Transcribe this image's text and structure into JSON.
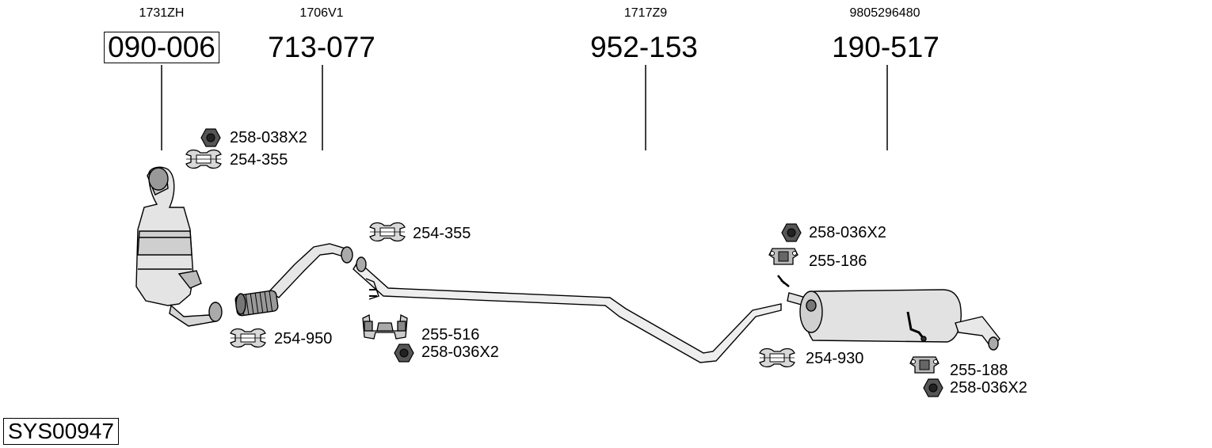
{
  "parts": [
    {
      "oem": "1731ZH",
      "number": "090-006",
      "boxed": true
    },
    {
      "oem": "1706V1",
      "number": "713-077",
      "boxed": false
    },
    {
      "oem": "1717Z9",
      "number": "952-153",
      "boxed": false
    },
    {
      "oem": "9805296480",
      "number": "190-517",
      "boxed": false
    }
  ],
  "accessories": [
    {
      "label": "258-038X2",
      "icon": "nut-icon"
    },
    {
      "label": "254-355",
      "icon": "clamp-icon"
    },
    {
      "label": "254-355",
      "icon": "clamp-icon"
    },
    {
      "label": "254-950",
      "icon": "clamp-icon"
    },
    {
      "label": "255-516",
      "icon": "bracket-icon"
    },
    {
      "label": "258-036X2",
      "icon": "nut-icon"
    },
    {
      "label": "258-036X2",
      "icon": "nut-icon"
    },
    {
      "label": "255-186",
      "icon": "rubber-mount-icon"
    },
    {
      "label": "254-930",
      "icon": "clamp-icon"
    },
    {
      "label": "255-188",
      "icon": "rubber-mount-icon"
    },
    {
      "label": "258-036X2",
      "icon": "nut-icon"
    }
  ],
  "system_id": "SYS00947"
}
